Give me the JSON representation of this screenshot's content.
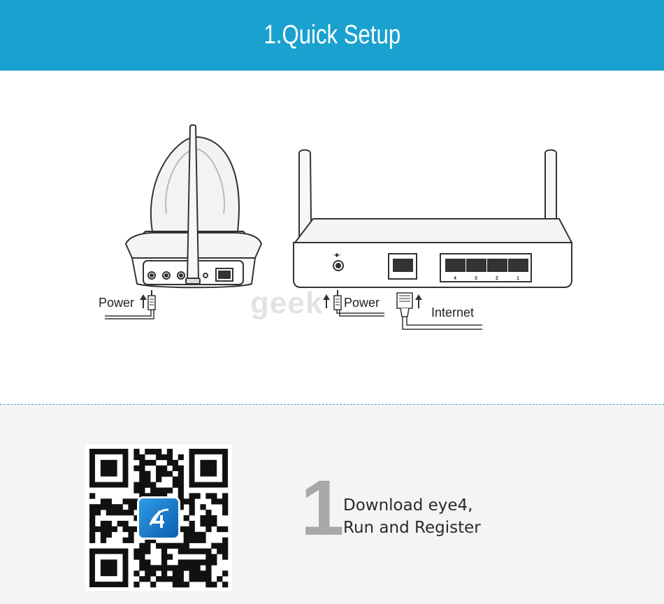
{
  "header": {
    "title": "1.Quick Setup"
  },
  "camera": {
    "power_label": "Power"
  },
  "router": {
    "power_label": "Power",
    "internet_label": "Internet",
    "port_labels": [
      "4",
      "3",
      "2",
      "1"
    ]
  },
  "watermark": "geek",
  "step": {
    "number": "1",
    "line1": "Download eye4,",
    "line2": "Run and Register"
  },
  "colors": {
    "header_bg": "#1aa1cf",
    "divider": "#3aa7d2",
    "lower_bg": "#f4f4f4",
    "step_number": "#a8a8a8"
  },
  "icons": [
    "ip-camera-illustration",
    "router-illustration",
    "power-plug-icon",
    "ethernet-plug-icon",
    "qr-code",
    "eye4-app-icon"
  ]
}
